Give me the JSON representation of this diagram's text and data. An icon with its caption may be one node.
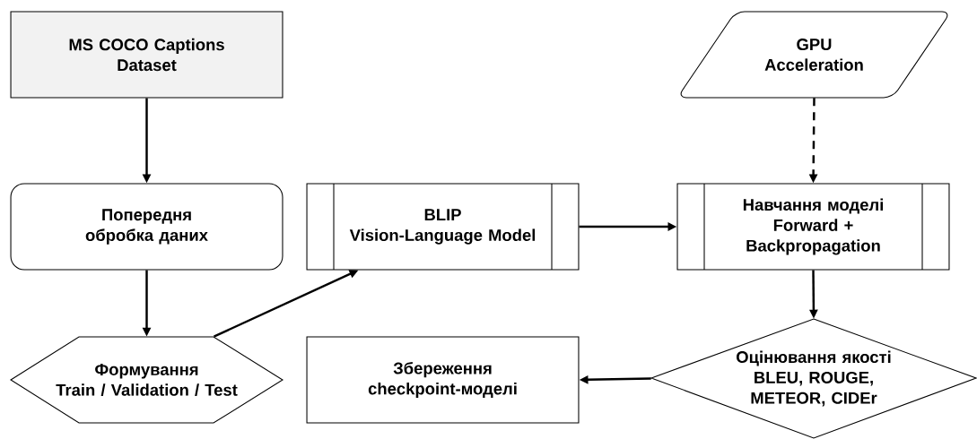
{
  "diagram": {
    "nodes": [
      {
        "text": [
          "MS COCO Captions Dataset"
        ]
      },
      {
        "text": [
          "Попередня обробка даних"
        ]
      },
      {
        "text": [
          "Формування Train / Validation / Test"
        ]
      },
      {
        "text": [
          "BLIP Vision-Language Model"
        ]
      },
      {
        "text": [
          "GPU Acceleration"
        ]
      },
      {
        "text": [
          "Навчання моделі Forward + Backpropagation"
        ]
      },
      {
        "text": [
          "Оцінювання якості BLEU, ROUGE, METEOR, CIDEr"
        ]
      },
      {
        "text": [
          "Збереження checkpoint-моделі"
        ]
      }
    ],
    "edges": [
      {
        "from": 0,
        "to": 1,
        "arrow": "to"
      },
      {
        "from": 1,
        "to": 2,
        "arrow": "to"
      },
      {
        "from": 2,
        "to": 3,
        "arrow": "to"
      },
      {
        "from": 3,
        "to": 5,
        "arrow": "to"
      },
      {
        "from": 4,
        "to": 5,
        "arrow": "to",
        "style": "dashed"
      },
      {
        "from": 5,
        "to": 6,
        "arrow": "to"
      },
      {
        "from": 6,
        "to": 7,
        "arrow": "to"
      }
    ]
  }
}
